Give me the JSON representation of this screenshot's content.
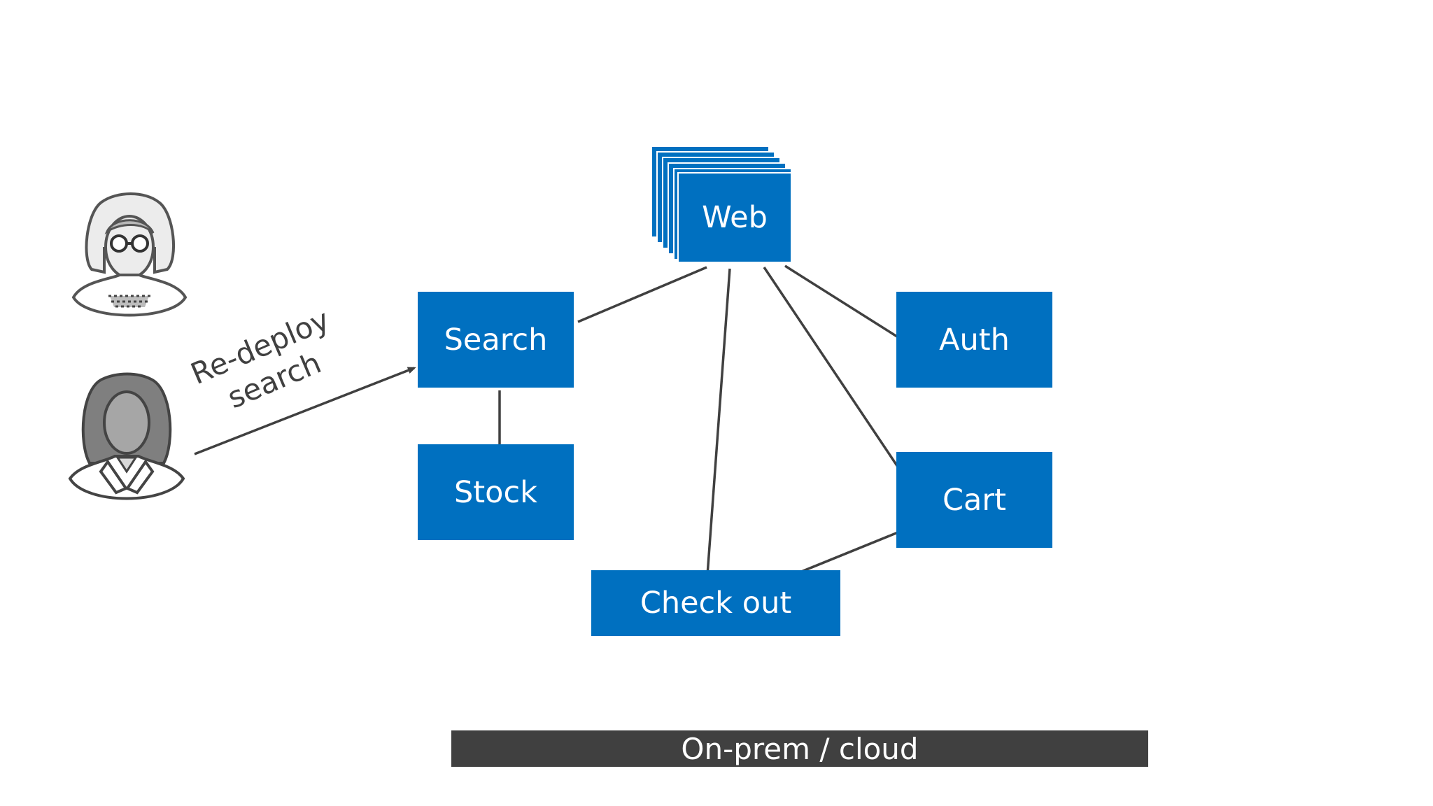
{
  "colors": {
    "service": "#0070c0",
    "line": "#404040",
    "bar": "#404040",
    "text_on_blue": "#ffffff"
  },
  "services": {
    "web": "Web",
    "search": "Search",
    "auth": "Auth",
    "stock": "Stock",
    "cart": "Cart",
    "checkout": "Check out"
  },
  "arrow": {
    "line1": "Re-deploy",
    "line2": "search"
  },
  "infrastructure": {
    "label": "On-prem / cloud"
  },
  "icons": {
    "person_top": "woman-with-glasses-icon",
    "person_bottom": "woman-long-hair-icon"
  }
}
